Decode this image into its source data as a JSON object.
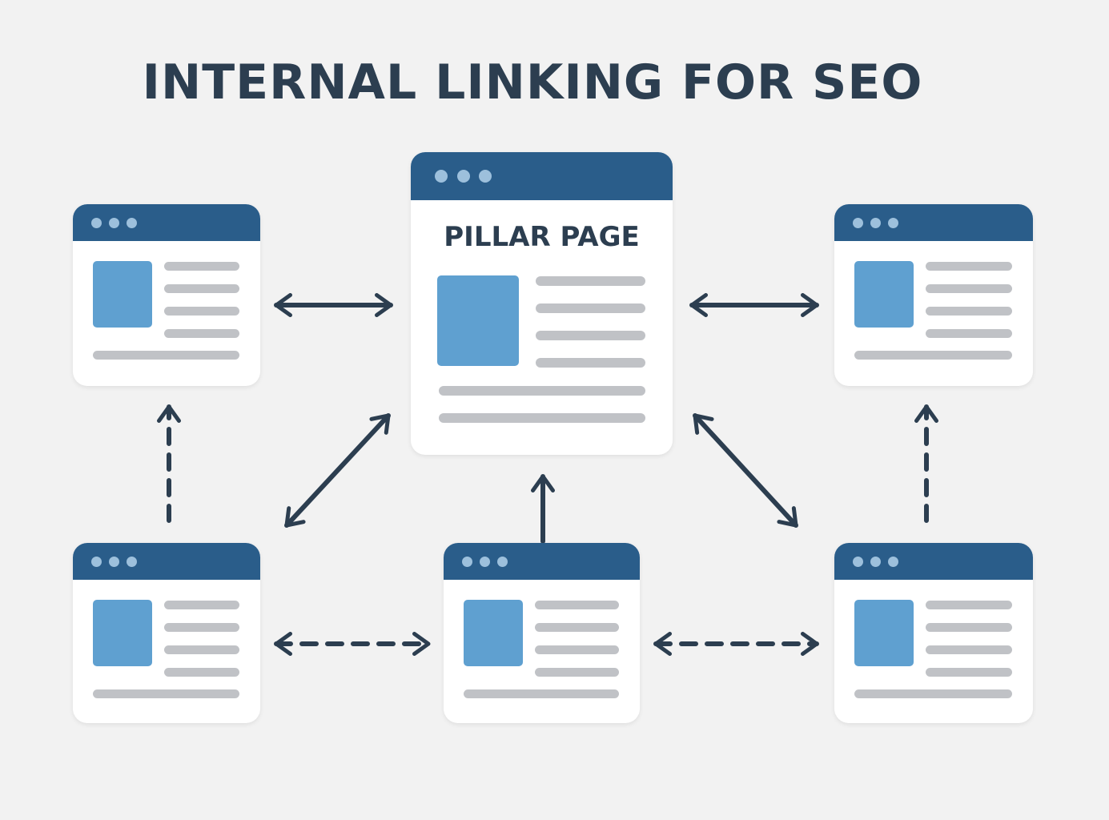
{
  "title": "INTERNAL LINKING FOR SEO",
  "pillar": {
    "label": "PILLAR PAGE"
  },
  "colors": {
    "background": "#f2f2f2",
    "header": "#2a5d8a",
    "image": "#5fa0d0",
    "line": "#c0c2c6",
    "arrow": "#2c3e50"
  },
  "links": [
    {
      "from": "cluster-top-left",
      "to": "pillar",
      "style": "solid",
      "direction": "both"
    },
    {
      "from": "pillar",
      "to": "cluster-top-right",
      "style": "solid",
      "direction": "both"
    },
    {
      "from": "cluster-bottom-left",
      "to": "pillar",
      "style": "solid",
      "direction": "both"
    },
    {
      "from": "cluster-bottom-middle",
      "to": "pillar",
      "style": "solid",
      "direction": "one-way"
    },
    {
      "from": "pillar",
      "to": "cluster-bottom-right",
      "style": "solid",
      "direction": "both"
    },
    {
      "from": "cluster-bottom-left",
      "to": "cluster-top-left",
      "style": "dashed",
      "direction": "one-way"
    },
    {
      "from": "cluster-bottom-right",
      "to": "cluster-top-right",
      "style": "dashed",
      "direction": "one-way"
    },
    {
      "from": "cluster-bottom-left",
      "to": "cluster-bottom-middle",
      "style": "dashed",
      "direction": "both"
    },
    {
      "from": "cluster-bottom-middle",
      "to": "cluster-bottom-right",
      "style": "dashed",
      "direction": "both"
    }
  ]
}
